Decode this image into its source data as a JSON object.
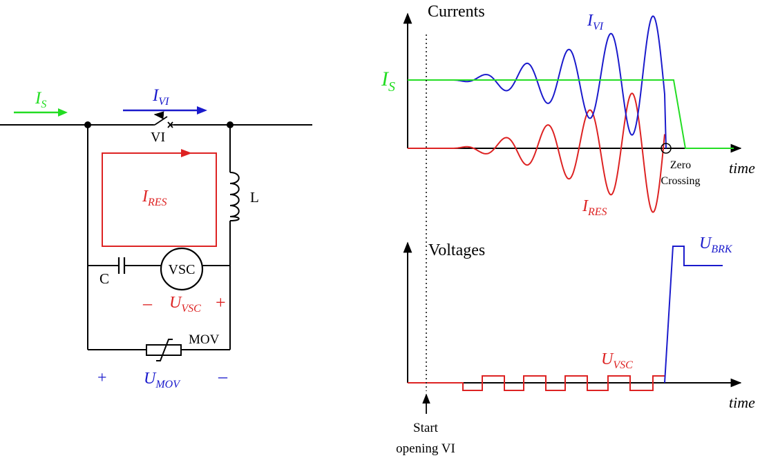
{
  "circuit": {
    "is_label": {
      "main": "I",
      "sub": "S"
    },
    "ivi_label": {
      "main": "I",
      "sub": "VI"
    },
    "vi_label": "VI",
    "ires_label": {
      "main": "I",
      "sub": "RES"
    },
    "l_label": "L",
    "c_label": "C",
    "vsc_label": "VSC",
    "uvsc_label": {
      "main": "U",
      "sub": "VSC"
    },
    "uvsc_minus": "–",
    "uvsc_plus": "+",
    "mov_label": "MOV",
    "umov_label": {
      "main": "U",
      "sub": "MOV"
    },
    "umov_plus": "+",
    "umov_minus": "–"
  },
  "plots": {
    "currents_title": "Currents",
    "voltages_title": "Voltages",
    "is_label": {
      "main": "I",
      "sub": "S"
    },
    "ivi_label": {
      "main": "I",
      "sub": "VI"
    },
    "ires_label": {
      "main": "I",
      "sub": "RES"
    },
    "zero_crossing": [
      "Zero",
      "Crossing"
    ],
    "time_label": "time",
    "uvsc_label": {
      "main": "U",
      "sub": "VSC"
    },
    "ubrk_label": {
      "main": "U",
      "sub": "BRK"
    },
    "start_label": [
      "Start",
      "opening VI"
    ]
  },
  "colors": {
    "green": "#22dd22",
    "blue": "#1a1acc",
    "red": "#dd2222",
    "black": "#000000"
  }
}
